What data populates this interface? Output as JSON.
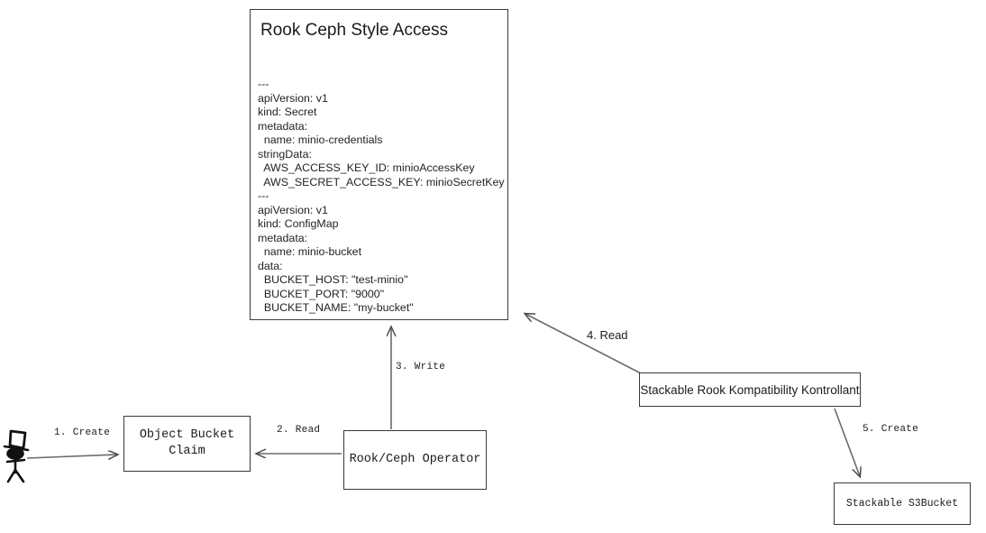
{
  "diagram": {
    "title": "Rook Ceph Style Access",
    "background": "#ffffff",
    "stroke_color": "#3a3a3a",
    "text_color": "#1b1b1b"
  },
  "yaml_card": {
    "title": "Rook Ceph Style Access",
    "body": "---\napiVersion: v1\nkind: Secret\nmetadata:\n  name: minio-credentials\nstringData:\n  AWS_ACCESS_KEY_ID: minioAccessKey\n  AWS_SECRET_ACCESS_KEY: minioSecretKey\n---\napiVersion: v1\nkind: ConfigMap\nmetadata:\n  name: minio-bucket\ndata:\n  BUCKET_HOST: \"test-minio\"\n  BUCKET_PORT: \"9000\"\n  BUCKET_NAME: \"my-bucket\""
  },
  "nodes": [
    {
      "id": "object-bucket-claim",
      "label": "Object Bucket\nClaim"
    },
    {
      "id": "rook-ceph-operator",
      "label": "Rook/Ceph Operator"
    },
    {
      "id": "stackable-rook-kompatibility-kontrollant",
      "label": "Stackable Rook Kompatibility Kontrollant"
    },
    {
      "id": "stackable-s3bucket",
      "label": "Stackable S3Bucket"
    }
  ],
  "actor": {
    "id": "user-actor",
    "description": "stick-figure-with-top-hat"
  },
  "edges": [
    {
      "id": "edge-1",
      "label": "1. Create",
      "from": "user-actor",
      "to": "object-bucket-claim"
    },
    {
      "id": "edge-2",
      "label": "2. Read",
      "from": "rook-ceph-operator",
      "to": "object-bucket-claim"
    },
    {
      "id": "edge-3",
      "label": "3. Write",
      "from": "rook-ceph-operator",
      "to": "yaml-card"
    },
    {
      "id": "edge-4",
      "label": "4. Read",
      "from": "stackable-rook-kompatibility-kontrollant",
      "to": "yaml-card"
    },
    {
      "id": "edge-5",
      "label": "5. Create",
      "from": "stackable-rook-kompatibility-kontrollant",
      "to": "stackable-s3bucket"
    }
  ]
}
